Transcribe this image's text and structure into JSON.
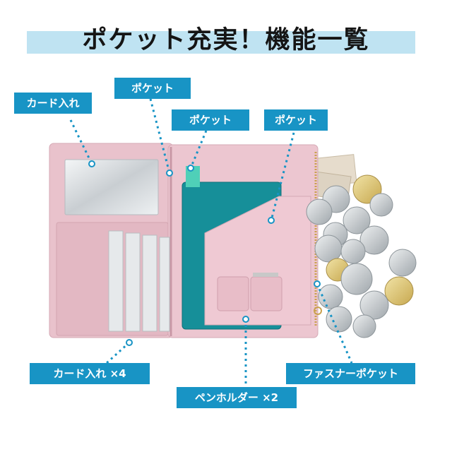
{
  "header": {
    "title": "ポケット充実！機能一覧"
  },
  "labels": {
    "card_slot": "カード入れ",
    "pocket_1": "ポケット",
    "pocket_2": "ポケット",
    "pocket_3": "ポケット",
    "card_slots_x4": "カード入れ ×4",
    "pen_holder_x2": "ペンホルダー ×2",
    "zipper_pocket": "ファスナーポケット"
  },
  "colors": {
    "label_bg": "#1894c5",
    "title_band": "#bfe3f2",
    "wallet_pink": "#e9c2cc",
    "passport_teal": "#168f99",
    "mirror_silver": "#d9dde0"
  }
}
